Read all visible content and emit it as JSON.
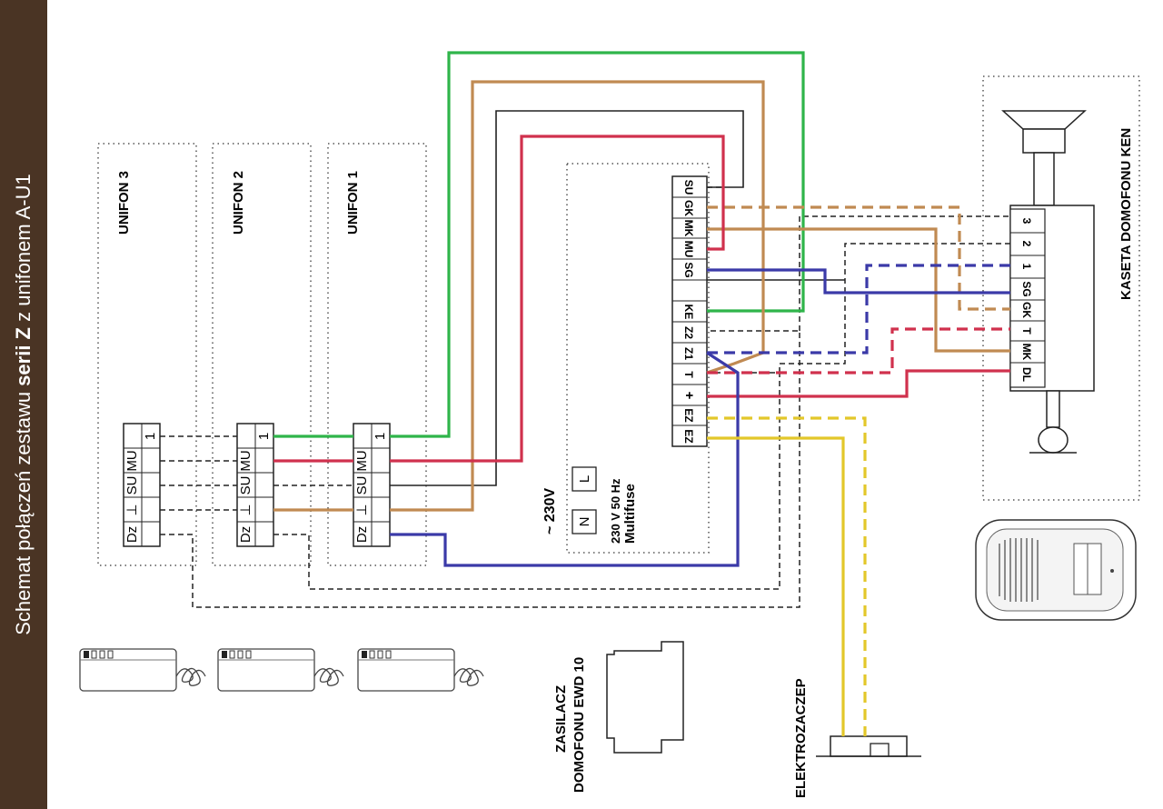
{
  "banner": {
    "prefix": "Schemat połączeń zestawu ",
    "bold": "serii Z",
    "suffix": "  z unifonem  A-U1"
  },
  "labels": {
    "unifon3": "UNIFON 3",
    "unifon2": "UNIFON 2",
    "unifon1": "UNIFON 1",
    "kaseta": "KASETA DOMOFONU KEN",
    "power_230": "~ 230V",
    "power_spec": "230 V 50 Hz",
    "multifuse": "Multifuse",
    "zasilacz_line1": "ZASILACZ",
    "zasilacz_line2": "DOMOFONU EWD 10",
    "elektrozaczep": "ELEKTROZACZEP"
  },
  "unifon_terminals": [
    "1",
    "MU",
    "SU",
    "⊥",
    "Dz"
  ],
  "power_terminals": [
    "L",
    "N"
  ],
  "psu_terminals": [
    "SU",
    "GK",
    "MK",
    "MU",
    "SG",
    "",
    "KE",
    "Z2",
    "Z1",
    "T",
    "+",
    "EZ",
    "EZ"
  ],
  "kaseta_terminals": [
    "3",
    "2",
    "1",
    "SG",
    "GK",
    "T",
    "MK",
    "DL"
  ],
  "colors": {
    "banner": "#4a3424",
    "green": "#2fb54a",
    "brown": "#c08a52",
    "red": "#d0314d",
    "blue": "#3b3aa8",
    "yellow": "#e3c72a",
    "black": "#222222"
  }
}
